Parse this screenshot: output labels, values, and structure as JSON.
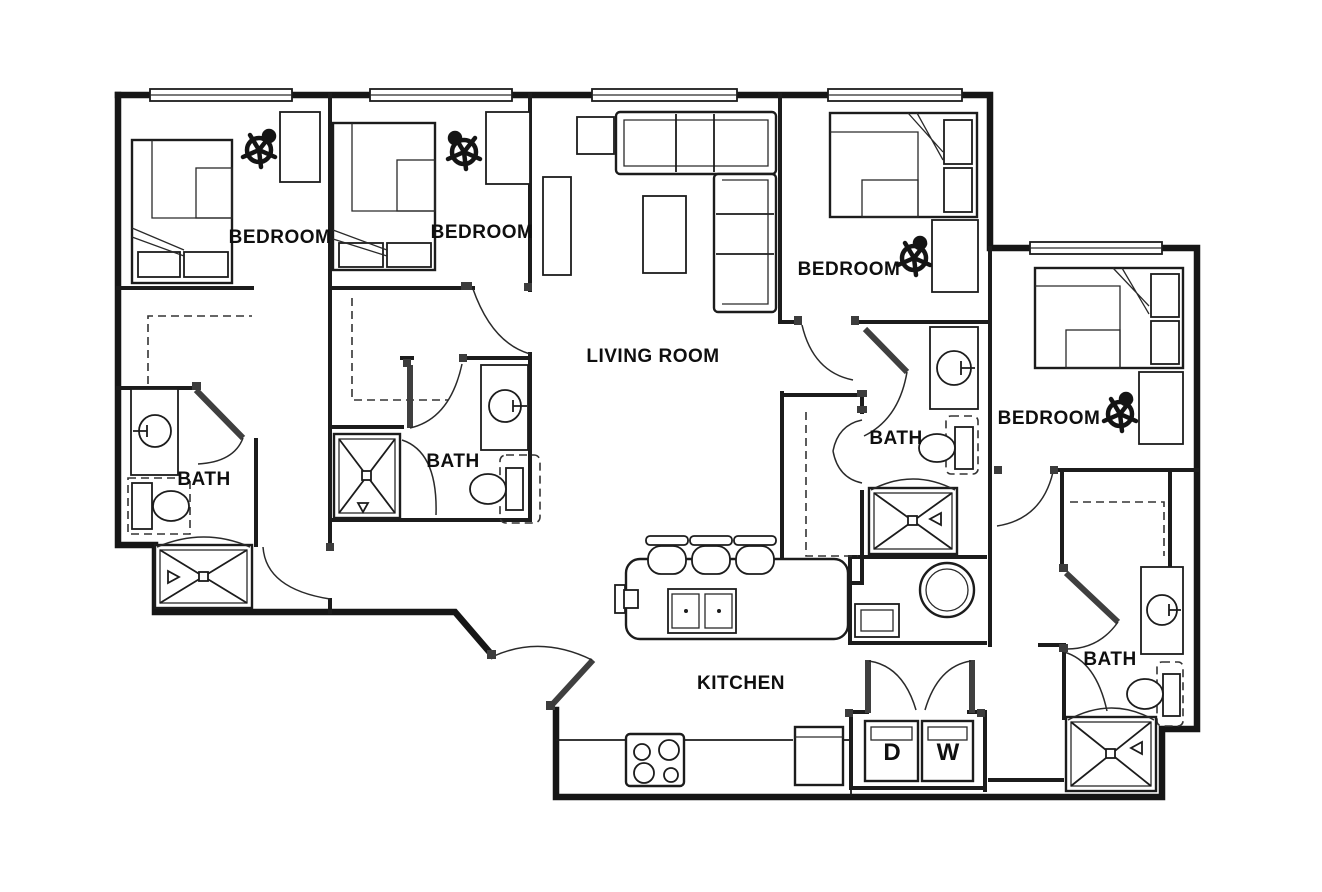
{
  "plan": {
    "background_color": "#ffffff",
    "line_color": "#1c1c1c",
    "rooms": {
      "bedroom_1": {
        "label": "BEDROOM"
      },
      "bedroom_2": {
        "label": "BEDROOM"
      },
      "bedroom_3": {
        "label": "BEDROOM"
      },
      "bedroom_4": {
        "label": "BEDROOM"
      },
      "bath_1": {
        "label": "BATH"
      },
      "bath_2": {
        "label": "BATH"
      },
      "bath_3": {
        "label": "BATH"
      },
      "bath_4": {
        "label": "BATH"
      },
      "living_room": {
        "label": "LIVING ROOM"
      },
      "kitchen": {
        "label": "KITCHEN"
      }
    },
    "laundry": {
      "dryer_label": "D",
      "washer_label": "W"
    },
    "fixtures": [
      "bed",
      "desk",
      "desk-chair",
      "closet",
      "shower",
      "toilet",
      "vanity-sink",
      "sectional-sofa",
      "coffee-table",
      "tv-console",
      "side-table",
      "kitchen-island",
      "bar-stool",
      "double-sink",
      "range-stove",
      "refrigerator",
      "water-heater",
      "washer",
      "dryer",
      "window",
      "door"
    ]
  }
}
